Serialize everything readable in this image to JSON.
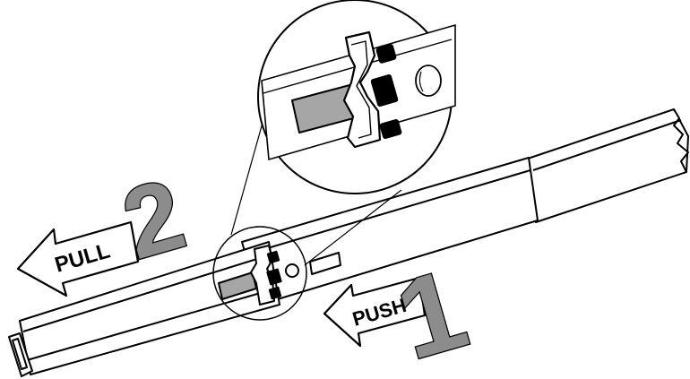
{
  "instructions": {
    "step1": {
      "number": "1",
      "label": "PUSH"
    },
    "step2": {
      "number": "2",
      "label": "PULL"
    }
  },
  "colors": {
    "line": "#000000",
    "fill": "#ffffff",
    "number_gray": "#8c8c8c",
    "latch_gray": "#a6a6a6",
    "clip_black": "#000000"
  },
  "icons": {
    "pull_arrow": "arrow-left",
    "push_arrow": "arrow-left"
  }
}
